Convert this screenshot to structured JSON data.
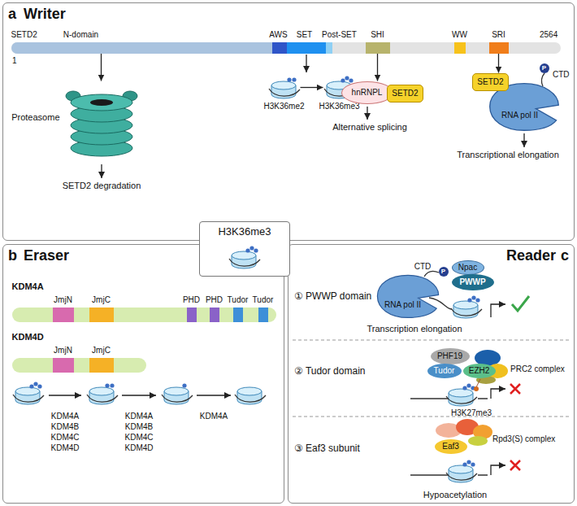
{
  "diagram": {
    "nodes": [
      {
        "text": [
          "a",
          "Writer"
        ]
      },
      {
        "text": [
          "SETD2"
        ],
        "in": 0
      },
      {
        "text": [
          "N-domain"
        ],
        "in": 1
      },
      {
        "text": [
          "AWS"
        ],
        "in": 1
      },
      {
        "text": [
          "SET"
        ],
        "in": 1
      },
      {
        "text": [
          "Post-SET"
        ],
        "in": 1
      },
      {
        "text": [
          "SHI"
        ],
        "in": 1
      },
      {
        "text": [
          "WW"
        ],
        "in": 1
      },
      {
        "text": [
          "SRI"
        ],
        "in": 1
      },
      {
        "text": [
          "Proteasome"
        ],
        "in": 0
      },
      {
        "text": [
          "H3K36me2"
        ],
        "in": 0
      },
      {
        "text": [
          "H3K36me3"
        ],
        "in": 0
      },
      {
        "text": [
          "hnRNPL"
        ],
        "in": 0
      },
      {
        "text": [
          "SETD2"
        ],
        "in": 0
      },
      {
        "text": [
          "SETD2"
        ],
        "in": 0
      },
      {
        "text": [
          "RNA pol II"
        ],
        "in": 0
      },
      {
        "text": [
          "P"
        ],
        "in": 0
      },
      {
        "text": [
          "H3K36me3"
        ]
      },
      {
        "text": [
          "b",
          "Eraser"
        ]
      },
      {
        "text": [
          "KDM4A"
        ],
        "in": 18
      },
      {
        "text": [
          "JmjN"
        ],
        "in": 19
      },
      {
        "text": [
          "JmjC"
        ],
        "in": 19
      },
      {
        "text": [
          "PHD"
        ],
        "in": 19
      },
      {
        "text": [
          "PHD"
        ],
        "in": 19
      },
      {
        "text": [
          "Tudor"
        ],
        "in": 19
      },
      {
        "text": [
          "Tudor"
        ],
        "in": 19
      },
      {
        "text": [
          "KDM4D"
        ],
        "in": 18
      },
      {
        "text": [
          "JmjN"
        ],
        "in": 26
      },
      {
        "text": [
          "JmjC"
        ],
        "in": 26
      },
      {
        "text": [
          "Reader",
          "c"
        ]
      },
      {
        "text": [
          "RNA pol II"
        ],
        "in": 29
      },
      {
        "text": [
          "P"
        ],
        "in": 29
      },
      {
        "text": [
          "Npac"
        ],
        "in": 29
      },
      {
        "text": [
          "PWWP"
        ],
        "in": 29
      },
      {
        "text": [
          "PHF19"
        ],
        "in": 29
      },
      {
        "text": [
          "Tudor"
        ],
        "in": 29
      },
      {
        "text": [
          "EZH2"
        ],
        "in": 29
      },
      {
        "text": [
          "Eaf3"
        ],
        "in": 29
      }
    ],
    "edges": [
      {
        "from": 2,
        "to": 9,
        "arrow": "to"
      },
      {
        "from": 10,
        "to": 11,
        "arrow": "to"
      },
      {
        "from": 6,
        "to": 12,
        "arrow": "to"
      },
      {
        "from": 8,
        "to": 14,
        "arrow": "to"
      }
    ],
    "labels": [
      "1",
      "2564",
      "SETD2 degradation",
      "Alternative splicing",
      "CTD",
      "Transcriptional elongation",
      "KDM4A",
      "KDM4B",
      "KDM4C",
      "KDM4D",
      "KDM4A",
      "KDM4B",
      "KDM4C",
      "KDM4D",
      "KDM4A",
      "① PWWP domain",
      "CTD",
      "Transcription elongation",
      "② Tudor domain",
      "PRC2 complex",
      "H3K27me3",
      "③ Eaf3 subunit",
      "Rpd3(S) complex",
      "Hypoacetylation"
    ]
  }
}
